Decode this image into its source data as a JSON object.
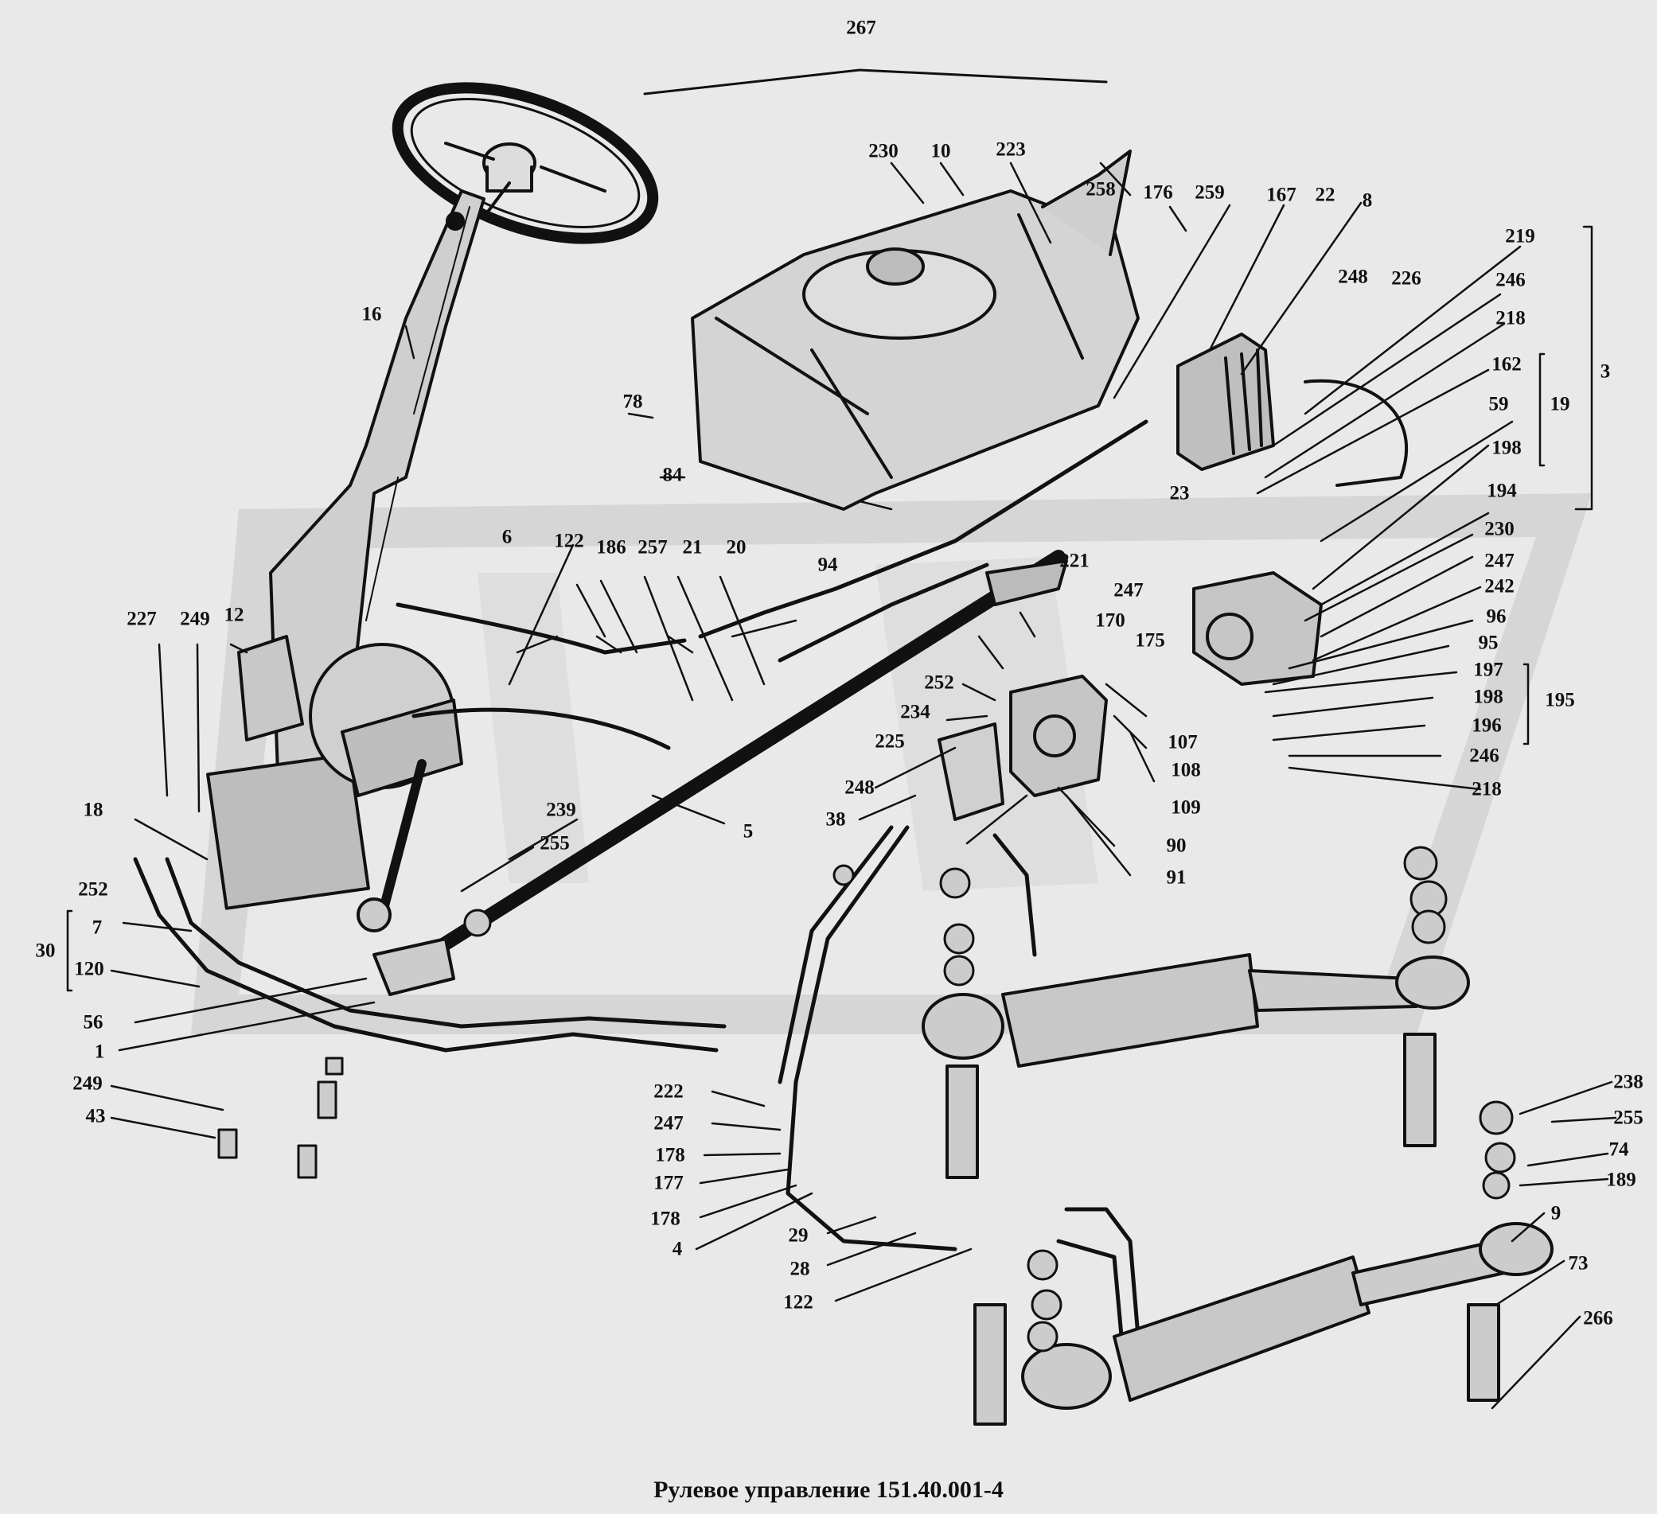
{
  "title": "Рулевое управление 151.40.001-4",
  "labels": [
    "267",
    "230",
    "10",
    "223",
    "258",
    "176",
    "259",
    "167",
    "22",
    "8",
    "219",
    "248",
    "226",
    "246",
    "218",
    "162",
    "3",
    "19",
    "59",
    "198",
    "194",
    "230",
    "247",
    "242",
    "96",
    "95",
    "197",
    "198",
    "195",
    "196",
    "246",
    "218",
    "16",
    "78",
    "84",
    "94",
    "23",
    "221",
    "247",
    "170",
    "175",
    "6",
    "122",
    "186",
    "257",
    "21",
    "20",
    "252",
    "234",
    "225",
    "107",
    "108",
    "109",
    "248",
    "38",
    "90",
    "91",
    "5",
    "227",
    "249",
    "12",
    "18",
    "239",
    "255",
    "252",
    "7",
    "30",
    "120",
    "56",
    "1",
    "249",
    "43",
    "222",
    "247",
    "178",
    "177",
    "178",
    "4",
    "29",
    "28",
    "122",
    "238",
    "255",
    "74",
    "189",
    "9",
    "73",
    "266"
  ]
}
